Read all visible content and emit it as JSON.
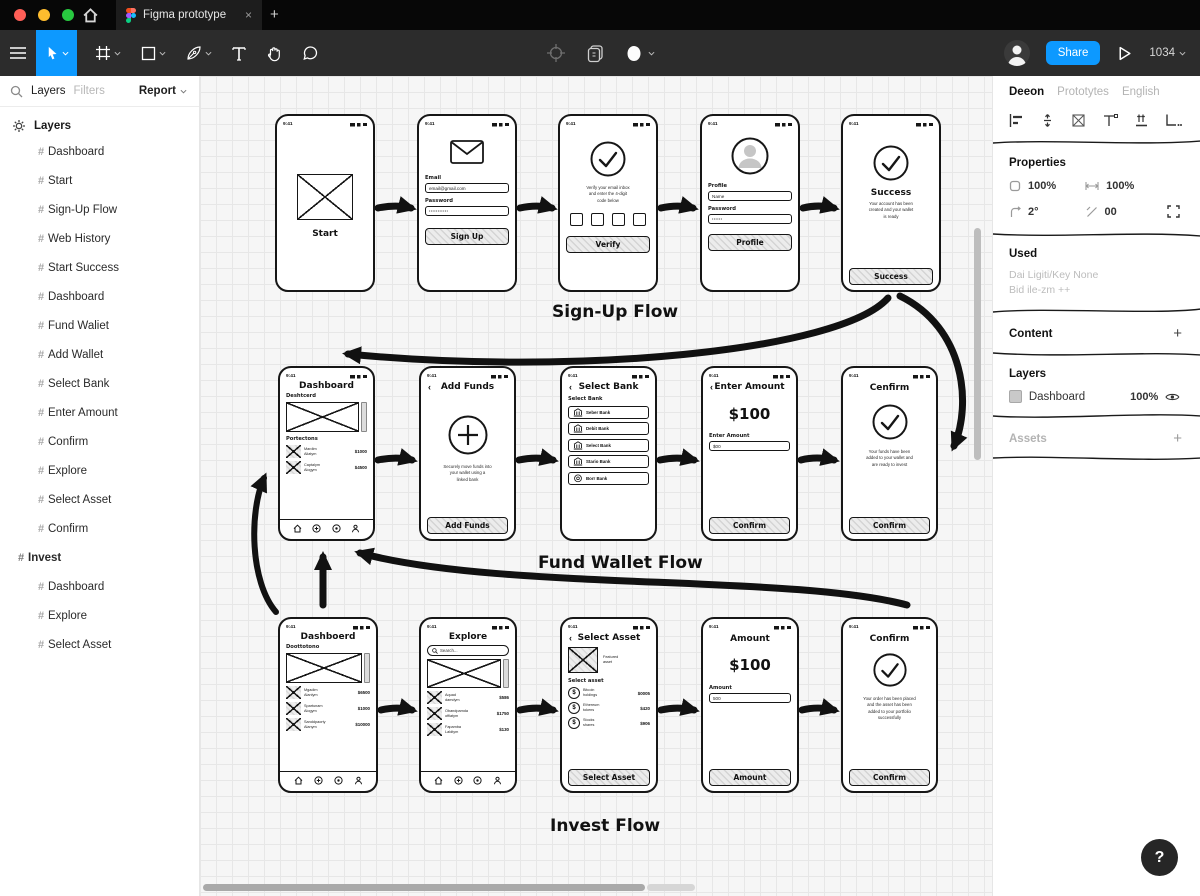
{
  "chrome": {
    "tab_title": "Figma prototype",
    "close_tab": "×",
    "new_tab": "+"
  },
  "toolbar": {
    "share": "Share",
    "zoom": "1034"
  },
  "left_panel": {
    "tab_layers": "Layers",
    "tab_filters": "Filters",
    "report": "Report",
    "header": "Layers",
    "items": [
      {
        "label": "Dashboard",
        "level": 1
      },
      {
        "label": "Start",
        "level": 1
      },
      {
        "label": "Sign-Up Flow",
        "level": 1
      },
      {
        "label": "Web History",
        "level": 1
      },
      {
        "label": "Start Success",
        "level": 1
      },
      {
        "label": "Dashboard",
        "level": 1
      },
      {
        "label": "Fund Waliet",
        "level": 1
      },
      {
        "label": "Add Wallet",
        "level": 1
      },
      {
        "label": "Select Bank",
        "level": 1
      },
      {
        "label": "Enter Amount",
        "level": 1
      },
      {
        "label": "Confirm",
        "level": 1
      },
      {
        "label": "Explore",
        "level": 1
      },
      {
        "label": "Select Asset",
        "level": 1
      },
      {
        "label": "Confirm",
        "level": 1
      },
      {
        "label": "Invest",
        "level": 0
      },
      {
        "label": "Dashboard",
        "level": 1
      },
      {
        "label": "Explore",
        "level": 1
      },
      {
        "label": "Select Asset",
        "level": 1
      }
    ]
  },
  "right_panel": {
    "tab_design": "Deeon",
    "tab_prototype": "Prototytes",
    "tab_inspect": "English",
    "properties": {
      "header": "Properties",
      "opacity": "100%",
      "width": "100%",
      "rotation": "2°",
      "corner": "00"
    },
    "used": {
      "header": "Used",
      "line1": "Dai Ligiti/Key None",
      "line2": "Bid ile-zm ++"
    },
    "content": {
      "header": "Content",
      "add": "+"
    },
    "layers": {
      "header": "Layers",
      "name": "Dashboard",
      "opacity": "100%"
    },
    "assets": {
      "header": "Assets",
      "add": "+"
    },
    "help": "?"
  },
  "canvas": {
    "status_time": "9:41",
    "flows": [
      {
        "label": "Sign-Up Flow",
        "phones": {
          "start": {
            "caption": "Start"
          },
          "signup": {
            "email_label": "Email",
            "email_value": "email@gmail.com",
            "password_label": "Password",
            "password_value": "•••••••••••",
            "button": "Sign Up"
          },
          "verify": {
            "line1": "Verify your email inbox",
            "line2": "and enter the 4-digit",
            "line3": "code below",
            "button": "Verify"
          },
          "profile": {
            "title": "Profile",
            "name_value": "Name",
            "password_label": "Password",
            "password_value": "••••••",
            "button": "Profile"
          },
          "success": {
            "title": "Success",
            "line1": "Your account has been",
            "line2": "created and your wallet",
            "line3": "is ready",
            "button": "Success"
          }
        }
      },
      {
        "label": "Fund Wallet Flow",
        "phones": {
          "dashboard": {
            "title": "Dashboard",
            "subtitle": "Deshtcerd",
            "section": "Portectons",
            "items": [
              {
                "name": "Mardim",
                "sub": "Aliatym",
                "amount": "$1000"
              },
              {
                "name": "Captalym",
                "sub": "Alogym",
                "amount": "$4500"
              }
            ]
          },
          "addfunds": {
            "back": "‹",
            "title": "Add Funds",
            "line1": "Securely move funds into",
            "line2": "your wallet using a",
            "line3": "linked bank",
            "button": "Add Funds"
          },
          "selectbank": {
            "back": "‹",
            "title": "Select Bank",
            "label": "Select Bank",
            "banks": [
              {
                "name": "Seber Bank"
              },
              {
                "name": "Debit Bank"
              },
              {
                "name": "Select Bank"
              },
              {
                "name": "Stario Bank"
              },
              {
                "name": "Borr Bank"
              }
            ]
          },
          "amount": {
            "back": "‹",
            "title": "Enter Amount",
            "big": "$100",
            "label": "Enter Amount",
            "value": "$00",
            "button": "Confirm"
          },
          "confirm": {
            "title": "Cenfirm",
            "line1": "Your funds have been",
            "line2": "added to your wallet and",
            "line3": "are ready to invest",
            "button": "Confirm"
          }
        }
      },
      {
        "label": "Invest Flow",
        "phones": {
          "dashboard": {
            "title": "Dashboerd",
            "subtitle": "Doottotono",
            "items": [
              {
                "name": "Mgadim",
                "sub": "Alanlym",
                "amount": "$6500"
              },
              {
                "name": "Spartunam",
                "sub": "Alogym",
                "amount": "$1000"
              },
              {
                "name": "Sanddpaorty",
                "sub": "Alanym",
                "amount": "$10000"
              }
            ]
          },
          "explore": {
            "title": "Explore",
            "search": "Search...",
            "items": [
              {
                "name": "Aquad",
                "sub": "damdym",
                "amount": "$586"
              },
              {
                "name": "Obandpamda",
                "sub": "offiatym",
                "amount": "$1750"
              },
              {
                "name": "Fapamba",
                "sub": "Laldtym",
                "amount": "$130"
              }
            ]
          },
          "selectasset": {
            "back": "‹",
            "title": "Select Asset",
            "thumb_line1": "Featured",
            "thumb_line2": "asset",
            "label": "Select asset",
            "assets": [
              {
                "name": "Bitcoin",
                "sub": "holdings",
                "amount": "$0005"
              },
              {
                "name": "Ethereum",
                "sub": "tokens",
                "amount": "$420"
              },
              {
                "name": "Stocks",
                "sub": "shares",
                "amount": "$906"
              }
            ],
            "button": "Select Asset"
          },
          "amount": {
            "title": "Amount",
            "big": "$100",
            "label": "Amount",
            "value": "500",
            "button": "Amount"
          },
          "confirm": {
            "title": "Confirm",
            "line1": "Your order has been placed",
            "line2": "and the asset has been",
            "line3": "added to your portfolio",
            "line4": "successfully",
            "button": "Confirm"
          }
        }
      }
    ]
  }
}
